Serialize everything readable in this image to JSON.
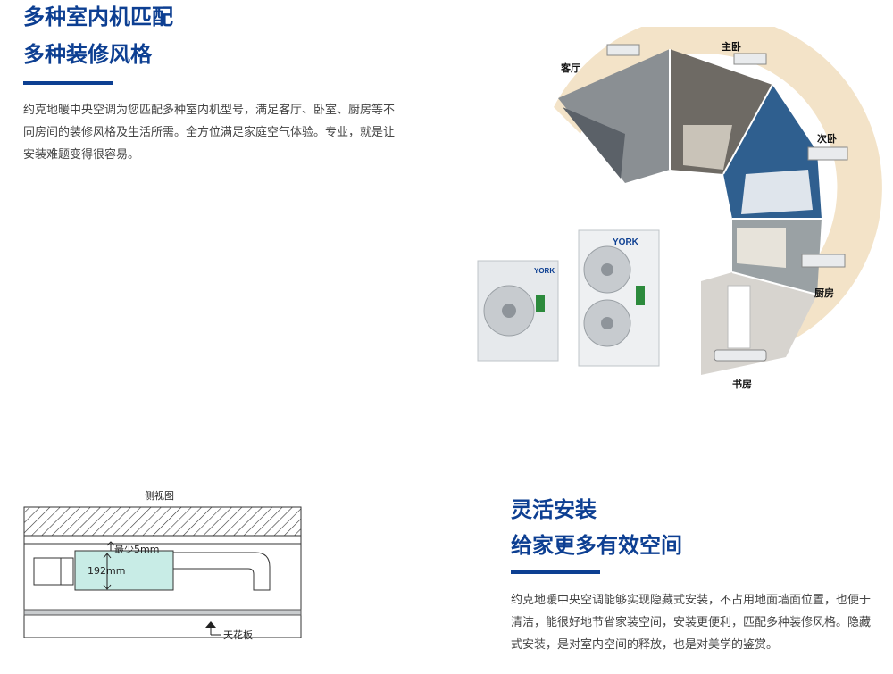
{
  "top": {
    "title_line1": "多种室内机匹配",
    "title_line2": "多种装修风格",
    "paragraph": "约克地暖中央空调为您匹配多种室内机型号，满足客厅、卧室、厨房等不同房间的装修风格及生活所需。全方位满足家庭空气体验。专业，就是让安装难题变得很容易。"
  },
  "wheel": {
    "rooms": {
      "living": "客厅",
      "master": "主卧",
      "second": "次卧",
      "kitchen": "厨房",
      "study": "书房"
    },
    "brand": "YORK"
  },
  "diagram": {
    "title": "侧视图",
    "clearance": "最少5mm",
    "height": "192mm",
    "ceiling": "天花板"
  },
  "bottom": {
    "title_line1": "灵活安装",
    "title_line2": "给家更多有效空间",
    "paragraph": "约克地暖中央空调能够实现隐藏式安装，不占用地面墙面位置，也便于清洁，能很好地节省家装空间，安装更便利，匹配多种装修风格。隐藏式安装，是对室内空间的释放，也是对美学的鉴赏。"
  },
  "colors": {
    "accent": "#0d3f92",
    "wheel_ring": "#f3e3c8",
    "unit_body": "#e6e9ec"
  }
}
